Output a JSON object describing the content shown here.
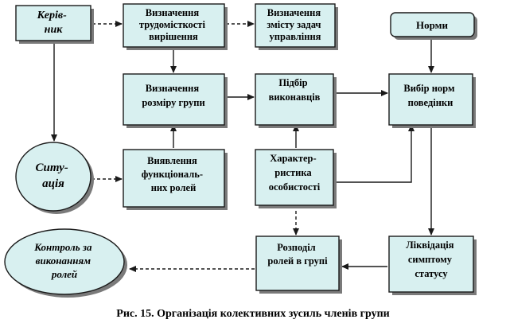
{
  "colors": {
    "box_fill": "#d8f0f0",
    "ellipse_fill": "#d8f0f0",
    "stroke": "#1a1a1a",
    "arrow": "#1a1a1a",
    "shadow": "#7a7a7a"
  },
  "nodes": {
    "kerivnyk": {
      "lines": [
        "Керів-",
        "ник"
      ]
    },
    "vyznachennia_trudomistkosti": {
      "lines": [
        "Визначення",
        "трудомісткості",
        "вирішення"
      ]
    },
    "vyznachennia_zmistu": {
      "lines": [
        "Визначення",
        "змісту задач",
        "управління"
      ]
    },
    "normy": {
      "lines": [
        "Норми"
      ]
    },
    "rozmir_hrupy": {
      "lines": [
        "Визначення",
        "розміру групи"
      ]
    },
    "pidbir_vykonavtsiv": {
      "lines": [
        "Підбір",
        "виконавців"
      ]
    },
    "vybir_norm": {
      "lines": [
        "Вибір норм",
        "поведінки"
      ]
    },
    "sytuatsiia": {
      "lines": [
        "Ситу-",
        "ація"
      ]
    },
    "funktsionalni_roli": {
      "lines": [
        "Виявлення",
        "функціональ-",
        "них ролей"
      ]
    },
    "kharakterystyka": {
      "lines": [
        "Характер-",
        "ристика",
        "особистості"
      ]
    },
    "kontrol": {
      "lines": [
        "Контроль за",
        "виконанням",
        "ролей"
      ]
    },
    "rozpodil_rolei": {
      "lines": [
        "Розподіл",
        "ролей в групі"
      ]
    },
    "likvidatsiia": {
      "lines": [
        "Ліквідація",
        "симптому",
        "статусу"
      ]
    }
  },
  "caption": "Рис. 15. Організація колективних  зусиль членів групи"
}
